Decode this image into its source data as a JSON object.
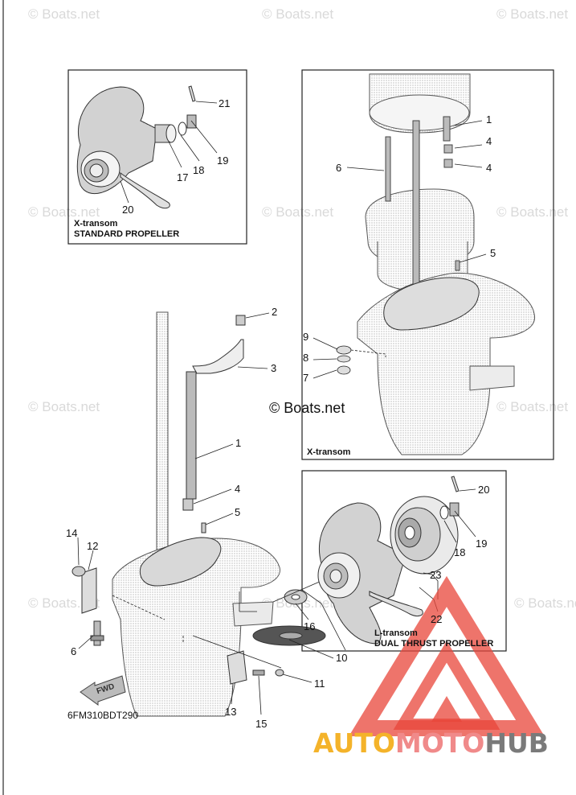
{
  "watermark_text": "© Boats.net",
  "center_watermark": "© Boats.net",
  "brand": {
    "part1": "AUTO",
    "part2": "MOTO",
    "part3": "HUB",
    "colors": {
      "auto": "#f4b32a",
      "moto": "#f08a8a",
      "hub": "#7a7a7a",
      "triangle": "#e8463a"
    }
  },
  "diagram_code": "6FM310BDT290",
  "fwd_label": "FWD",
  "insets": {
    "standard_propeller": {
      "line1": "X-transom",
      "line2": "STANDARD PROPELLER"
    },
    "x_transom": {
      "label": "X-transom"
    },
    "dual_thrust": {
      "line1": "L-transom",
      "line2": "DUAL THRUST PROPELLER"
    }
  },
  "callouts": {
    "main": [
      "1",
      "2",
      "3",
      "4",
      "5",
      "6",
      "10",
      "11",
      "12",
      "13",
      "14",
      "15",
      "16"
    ],
    "std_prop": [
      "17",
      "18",
      "19",
      "20",
      "21"
    ],
    "x_transom": [
      "1",
      "4",
      "4",
      "5",
      "6",
      "7",
      "8",
      "9"
    ],
    "dual_prop": [
      "18",
      "19",
      "20",
      "22",
      "23"
    ]
  }
}
